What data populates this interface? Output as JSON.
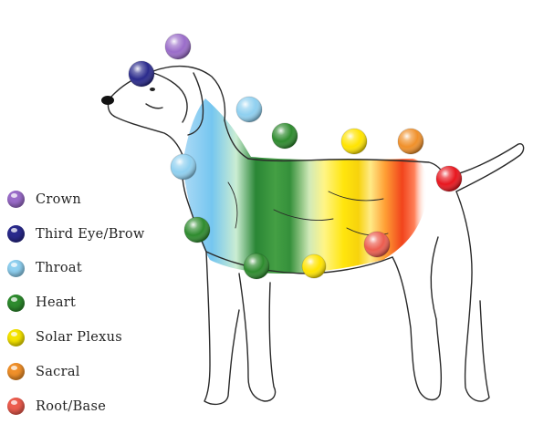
{
  "legend": [
    {
      "key": "crown",
      "label": "Crown",
      "color": "#9a6cc9"
    },
    {
      "key": "third-eye",
      "label": "Third Eye/Brow",
      "color": "#2a2a8c"
    },
    {
      "key": "throat",
      "label": "Throat",
      "color": "#8fd0f0"
    },
    {
      "key": "heart",
      "label": "Heart",
      "color": "#2e8b2e"
    },
    {
      "key": "solar-plexus",
      "label": "Solar Plexus",
      "color": "#f5e400"
    },
    {
      "key": "sacral",
      "label": "Sacral",
      "color": "#f0902a"
    },
    {
      "key": "root",
      "label": "Root/Base",
      "color": "#ec5d4f"
    }
  ],
  "colors": {
    "outline": "#2a2a2a",
    "root_marker": "#e8161e",
    "solar_bright": "#ffe400",
    "sacral_red": "#f03a10"
  }
}
